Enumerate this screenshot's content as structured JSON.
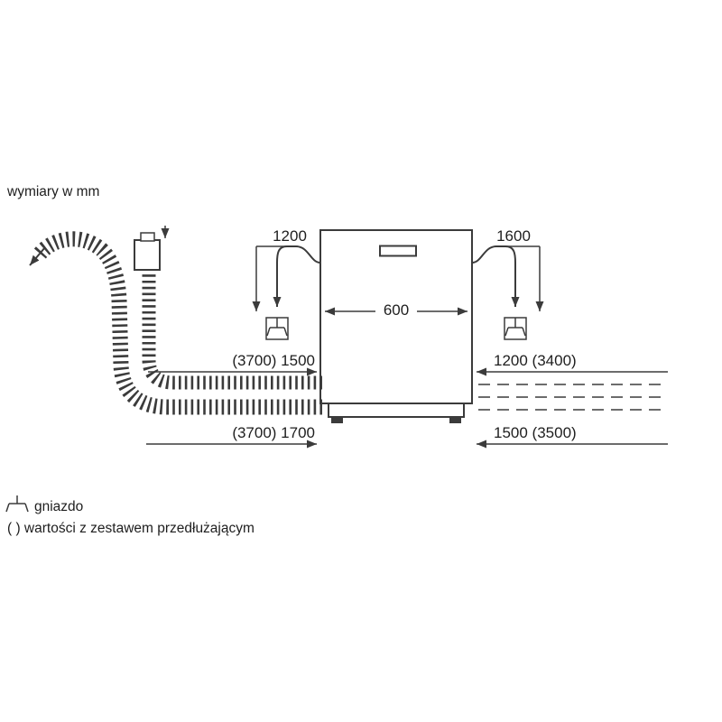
{
  "title": "wymiary w mm",
  "colors": {
    "line": "#3b3b3b",
    "text": "#1e1e1e",
    "background": "#ffffff"
  },
  "diagram": {
    "appliance_width": "600",
    "cord_left_length": "1200",
    "cord_right_length": "1600",
    "measure_left_top": "(3700) 1500",
    "measure_right_top": "1200 (3400)",
    "measure_left_bottom": "(3700) 1700",
    "measure_right_bottom": "1500 (3500)"
  },
  "legend": {
    "socket_icon": "socket-icon",
    "socket_label": "gniazdo",
    "note": "( ) wartości z zestawem przedłużającym"
  }
}
